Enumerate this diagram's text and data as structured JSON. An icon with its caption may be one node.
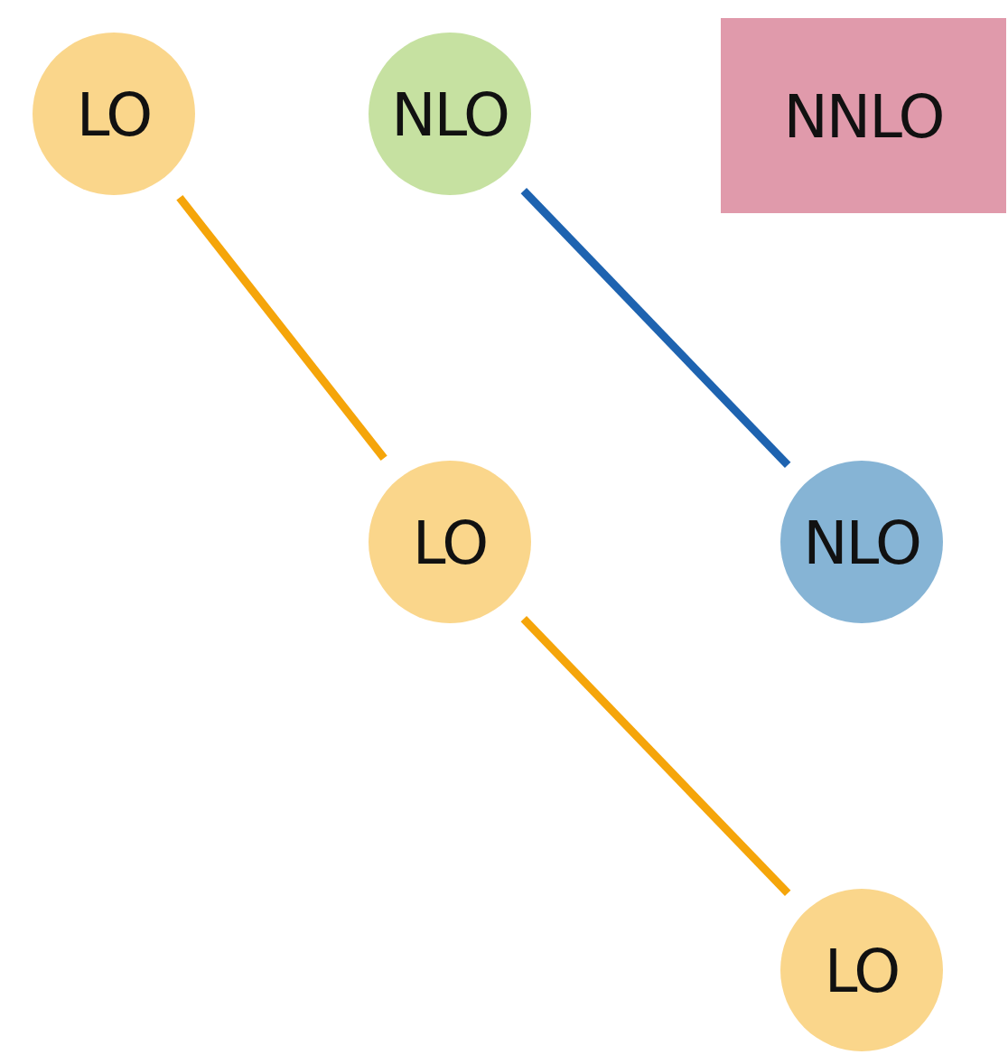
{
  "diagram": {
    "nodes": [
      {
        "text": [
          "LO"
        ]
      },
      {
        "text": [
          "NLO"
        ]
      },
      {
        "text": [
          "NNLO"
        ]
      },
      {
        "text": [
          "LO"
        ]
      },
      {
        "text": [
          "NLO"
        ]
      },
      {
        "text": [
          "LO"
        ]
      }
    ],
    "edges": [
      {
        "from": 0,
        "to": 3,
        "arrow": "none"
      },
      {
        "from": 1,
        "to": 4,
        "arrow": "none",
        "color": "#1e63b0"
      },
      {
        "from": 3,
        "to": 5,
        "arrow": "none"
      }
    ]
  }
}
